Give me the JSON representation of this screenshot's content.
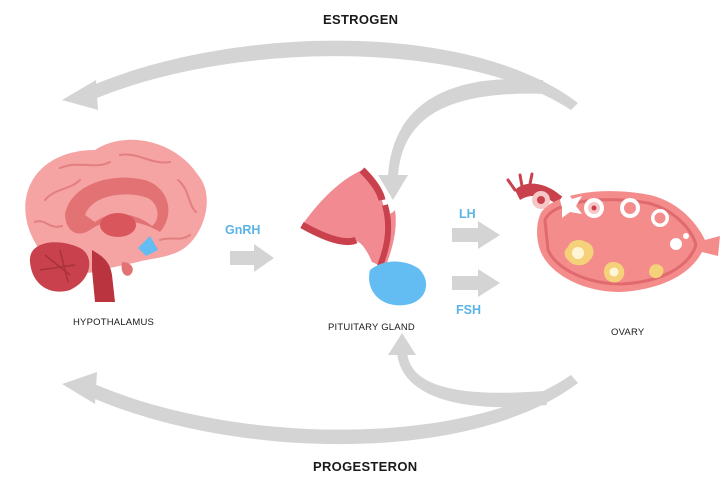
{
  "labels": {
    "estrogen": "ESTROGEN",
    "progesteron": "PROGESTERON",
    "hypothalamus": "HYPOTHALAMUS",
    "pituitary": "PITUITARY GLAND",
    "ovary": "OVARY",
    "gnrh": "GnRH",
    "lh": "LH",
    "fsh": "FSH"
  },
  "colors": {
    "arrow": "#d4d4d4",
    "hormone_text": "#5ab4e6",
    "tissue_light": "#f59393",
    "tissue_dark": "#c8414c",
    "pituitary_blue": "#63bdf2"
  },
  "icons": {
    "hypothalamus": "brain-icon",
    "pituitary": "pituitary-gland-icon",
    "ovary": "ovary-icon"
  }
}
